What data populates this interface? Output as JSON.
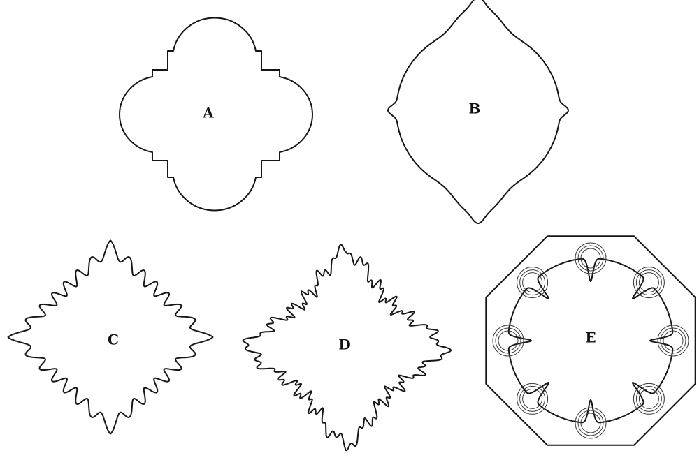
{
  "figures": [
    {
      "id": "A",
      "label": "A"
    },
    {
      "id": "B",
      "label": "B"
    },
    {
      "id": "C",
      "label": "C"
    },
    {
      "id": "D",
      "label": "D"
    },
    {
      "id": "E",
      "label": "E"
    }
  ],
  "colors": {
    "ink": "#161616",
    "paper": "#ffffff"
  }
}
